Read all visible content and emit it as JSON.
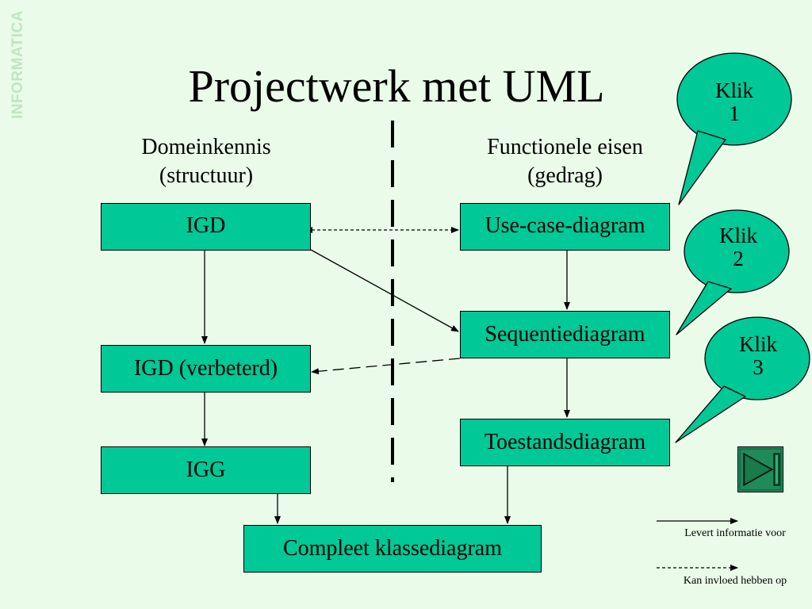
{
  "slide": {
    "side_logo": "INFORMATICA",
    "title": "Projectwerk met UML"
  },
  "columns": {
    "left": {
      "line1": "Domeinkennis",
      "line2": "(structuur)"
    },
    "right": {
      "line1": "Functionele eisen",
      "line2": "(gedrag)"
    }
  },
  "boxes": {
    "igd": "IGD",
    "igd_verbeterd": "IGD (verbeterd)",
    "igg": "IGG",
    "use_case": "Use-case-diagram",
    "sequentie": "Sequentiediagram",
    "toestands": "Toestandsdiagram",
    "compleet": "Compleet klassediagram"
  },
  "callouts": [
    {
      "line1": "Klik",
      "line2": "1"
    },
    {
      "line1": "Klik",
      "line2": "2"
    },
    {
      "line1": "Klik",
      "line2": "3"
    }
  ],
  "legend": {
    "solid": "Levert informatie voor",
    "dashed": "Kan invloed hebben op"
  },
  "colors": {
    "background": "#eafbea",
    "box_fill": "#00c896",
    "play_button": "#1f8a5a"
  },
  "icons": {
    "next": "play-next-icon"
  }
}
